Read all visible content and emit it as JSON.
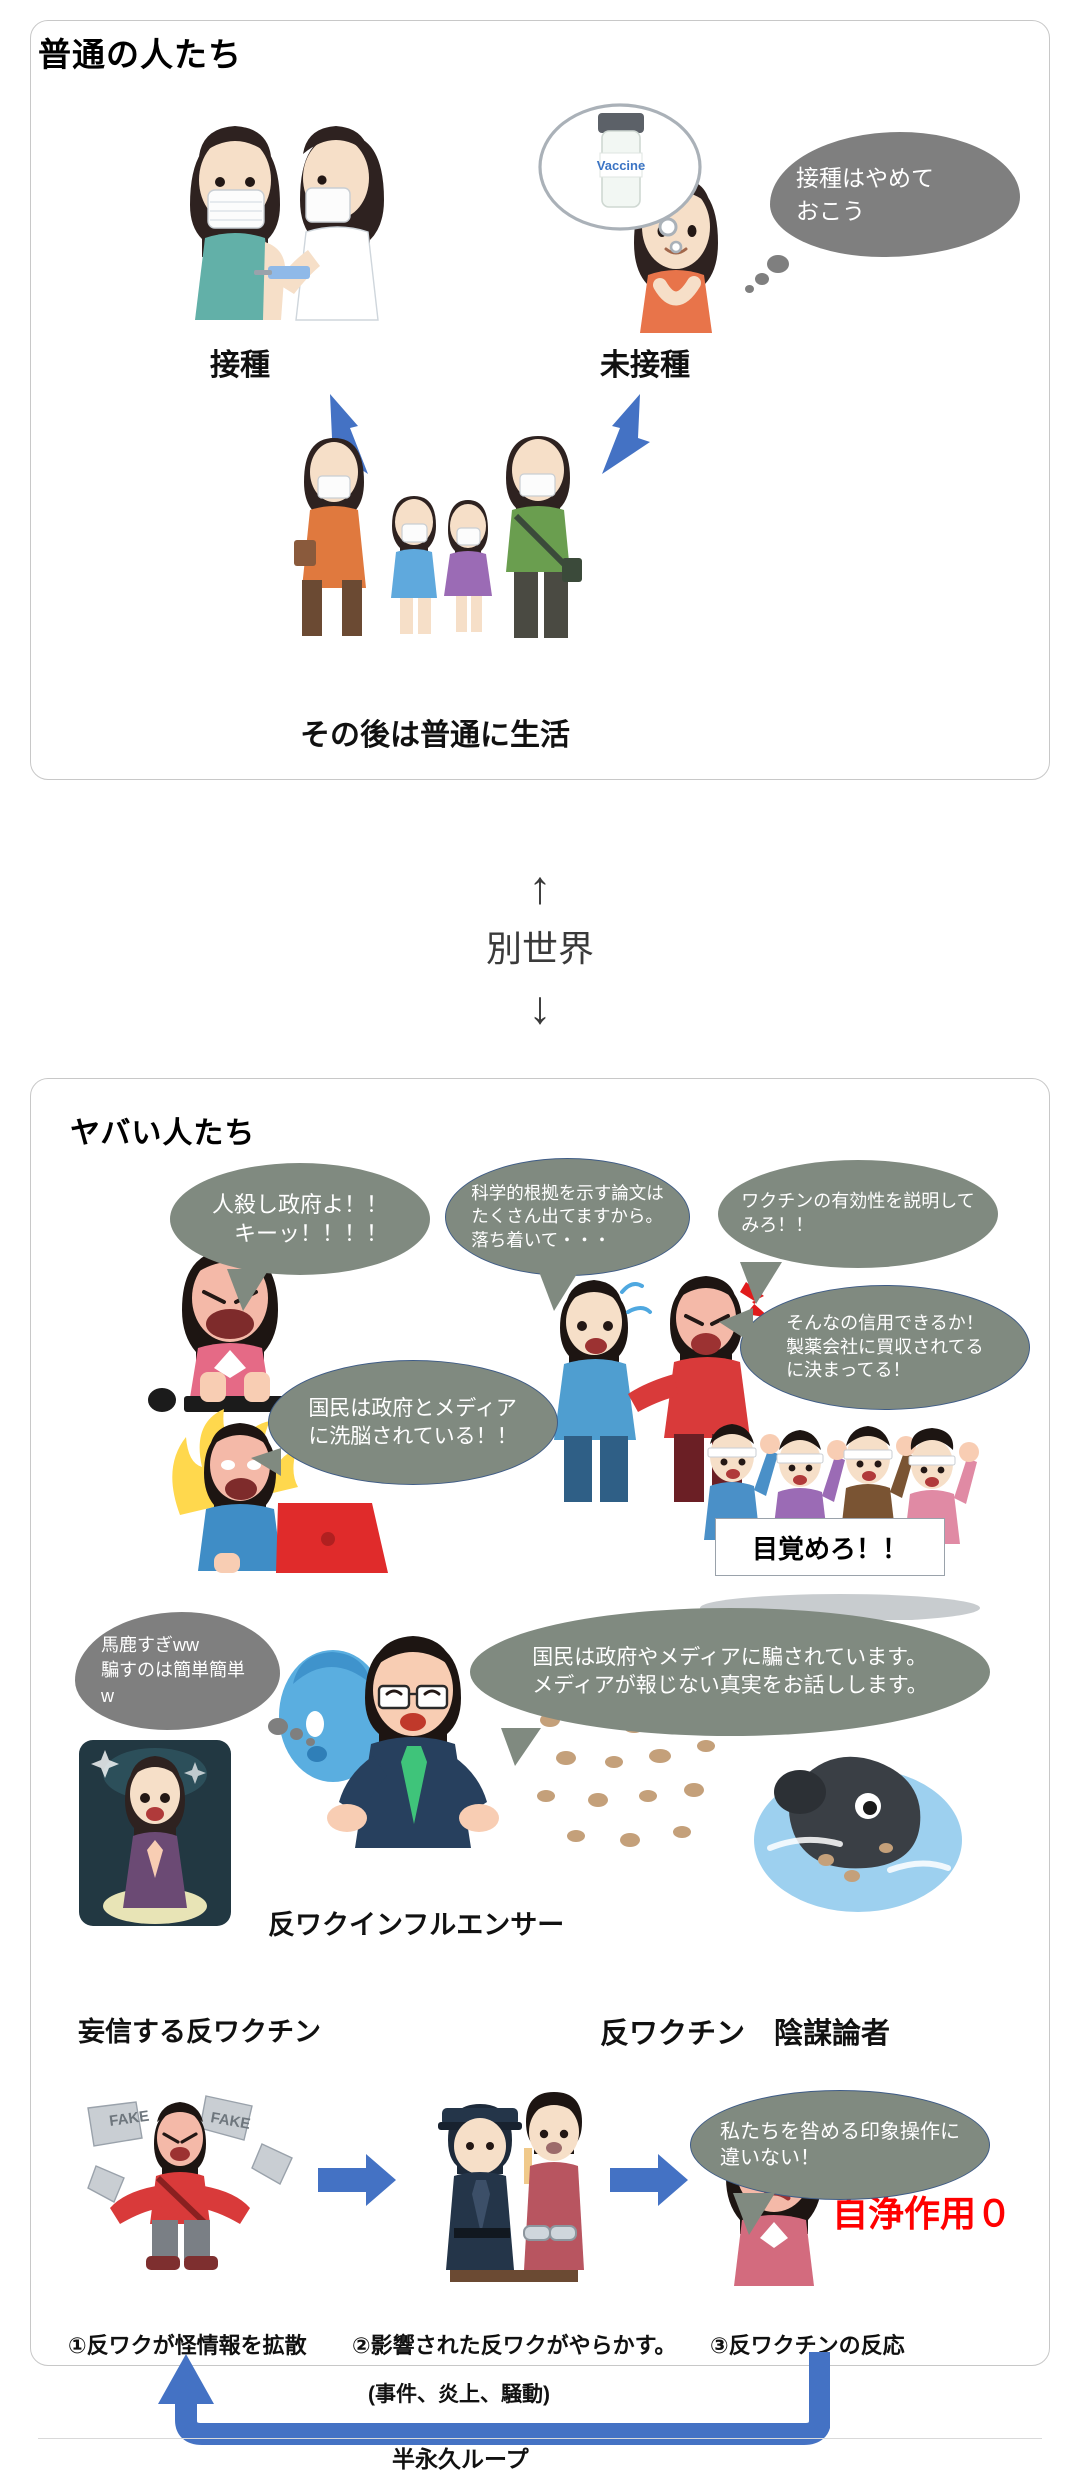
{
  "panels": {
    "normal": {
      "title": "普通の人たち",
      "captions": {
        "vaccinated": "接種",
        "unvaccinated": "未接種",
        "after": "その後は普通に生活"
      },
      "thought_bubble": "接種はやめて\nおこう",
      "vial_label": "Vaccine"
    },
    "divider": {
      "up_arrow": "↑",
      "label": "別世界",
      "down_arrow": "↓"
    },
    "crazy": {
      "title": "ヤバい人たち",
      "bubbles": {
        "angry_woman": "人殺し政府よ！！\n　キーッ！！！！",
        "scientist": "科学的根拠を示す論文は\nたくさん出てますから。\n落ち着いて・・・",
        "demand": "ワクチンの有効性を説明して\nみろ！！",
        "distrust": "そんなの信用できるか！\n製薬会社に買収されてる\nに決まってる！",
        "brainwashed": "国民は政府とメディア\nに洗脳されている！！",
        "influencer_thought": "馬鹿すぎww\n騙すのは簡単簡単w",
        "influencer_speech": "国民は政府やメディアに騙されています。\nメディアが報じない真実をお話しします。",
        "blame": "私たちを咎める印象操作に\n違いない！"
      },
      "sign_text": "目覚めろ！！",
      "captions": {
        "believer": "妄信する反ワクチン",
        "influencer": "反ワクインフルエンサー",
        "conspiracy": "反ワクチン　陰謀論者"
      },
      "flow": {
        "step1": "①反ワクが怪情報を拡散",
        "step2": "②影響された反ワクがやらかす。",
        "step2_sub": "(事件、炎上、騒動)",
        "step3": "③反ワクチンの反応",
        "zero_text": "自浄作用０",
        "loop_label": "半永久ループ"
      },
      "fake_label": "FAKE"
    }
  },
  "colors": {
    "bubble_gray": "#808A80",
    "cloud_gray": "#7f7f7f",
    "arrow_blue": "#4472c4",
    "red_accent": "#ff0000",
    "panel_border": "#c8c8c8"
  }
}
